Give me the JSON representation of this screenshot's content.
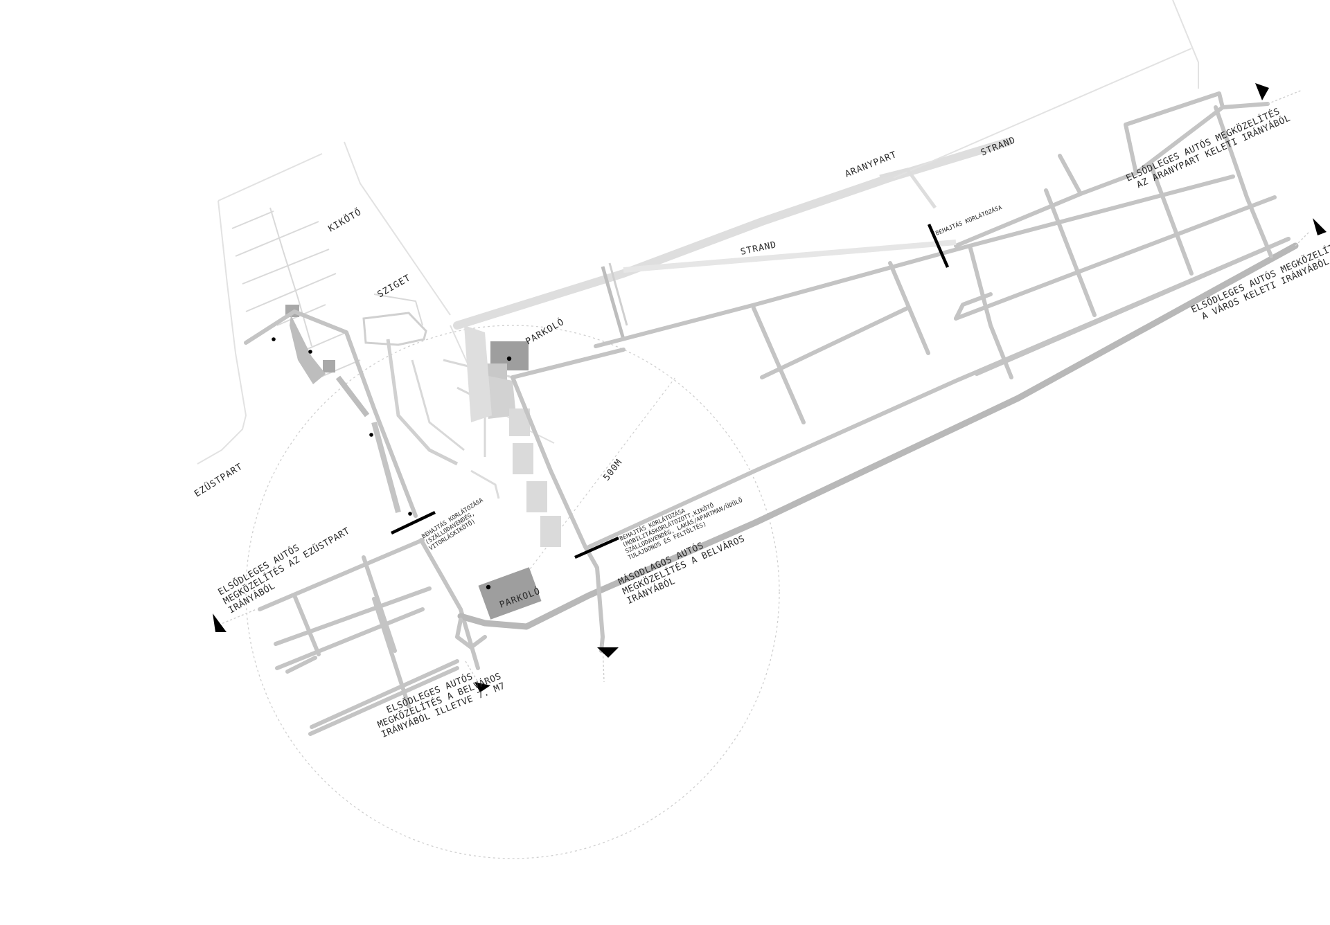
{
  "map": {
    "labels": {
      "kikoto": "KIKÖTŐ",
      "sziget": "SZIGET",
      "ezustpart": "EZÜSTPART",
      "aranypart": "ARANYPART",
      "strand_1": "STRAND",
      "strand_2": "STRAND",
      "parkolo_1": "PARKOLÓ",
      "parkolo_2": "PARKOLÓ",
      "radius": "500M"
    },
    "barrier_notes": {
      "east": "BEHAJTÁS KORLÁTOZÁSA",
      "west": [
        "BEHAJTÁS KORLÁTOZÁSA",
        "(SZÁLLODAVENDÉG,",
        "VITORLÁSKIKÖTŐ)"
      ],
      "middle": [
        "BEHAJTÁS KORLÁTOZÁSA",
        "(MOBILITÁSKORLÁTOZOTT,KIKÖTŐ",
        "SZÁLLODAVENDÉG, LAKÁS/APARTMAN/ÜDÜLŐ",
        "TULAJDONOS ÉS FELTÖLTÉS)"
      ]
    },
    "approaches": {
      "ezustpart": [
        "ELSŐDLEGES AUTÓS",
        "MEGKÖZELÍTÉS AZ EZÜSTPART",
        "IRÁNYÁBÓL"
      ],
      "belvaros_m7": [
        "ELSŐDLEGES AUTÓS",
        "MEGKÖZELÍTÉS A BELVÁROS",
        "IRÁNYÁBÓL ILLETVE 7. M7"
      ],
      "belvaros_secondary": [
        "MÁSODLAGOS AUTÓS",
        "MEGKÖZELÍTÉS A BELVÁROS",
        "IRÁNYÁBÓL"
      ],
      "aranypart_east": [
        "ELSŐDLEGES AUTÓS MEGKÖZELÍTÉS",
        "AZ ARANYPART KELETI IRÁNYÁBÓL"
      ],
      "varos_east": [
        "ELSŐDLEGES AUTÓS MEGKÖZELÍTÉS",
        "A VÁROS KELETI IRÁNYÁBÓL"
      ]
    }
  }
}
